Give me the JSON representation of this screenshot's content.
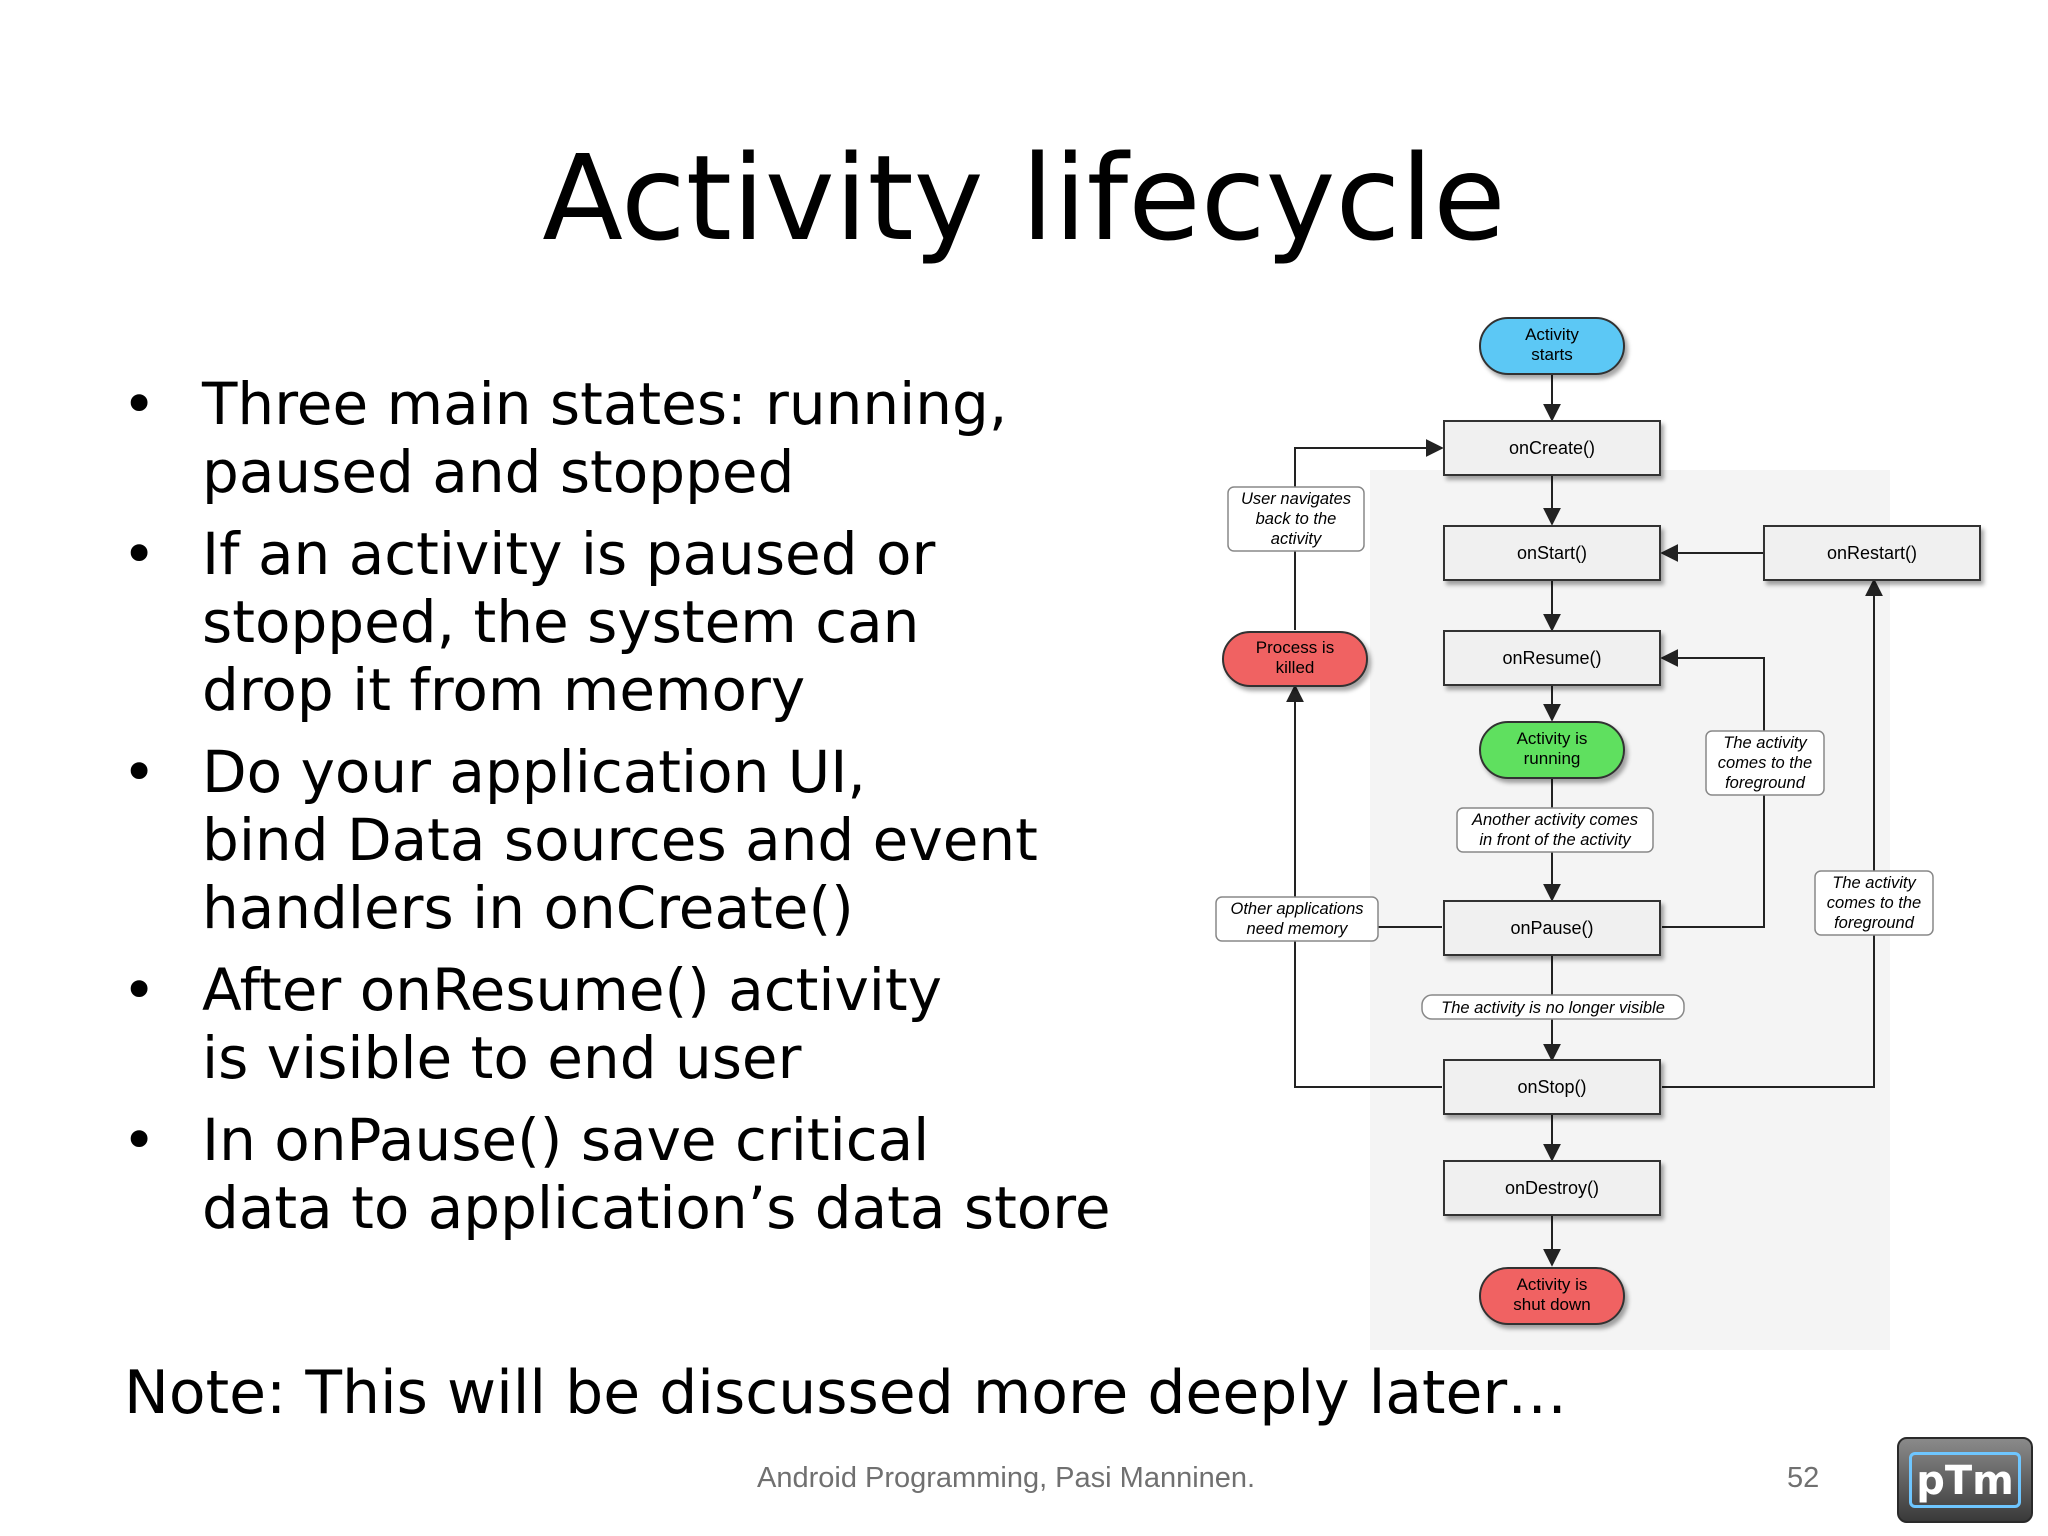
{
  "slide": {
    "title": "Activity lifecycle",
    "bullets": [
      "Three main states: running,\npaused and stopped",
      "If an activity is paused or\nstopped, the system can\ndrop it from memory",
      "Do your application UI,\nbind Data sources and event\nhandlers in onCreate()",
      "After onResume() activity\nis visible to end user",
      "In onPause() save critical\ndata to application’s data store"
    ],
    "bullet_glyph": "•",
    "note": "Note: This will be discussed more deeply later…",
    "footer": "Android Programming, Pasi Manninen.",
    "page_number": "52",
    "logo_text": "pTm"
  },
  "diagram": {
    "nodes": {
      "activity_starts": [
        "Activity",
        "starts"
      ],
      "on_create": "onCreate()",
      "on_start": "onStart()",
      "on_restart": "onRestart()",
      "on_resume": "onResume()",
      "activity_running": [
        "Activity is",
        "running"
      ],
      "on_pause": "onPause()",
      "on_stop": "onStop()",
      "on_destroy": "onDestroy()",
      "activity_shut_down": [
        "Activity is",
        "shut down"
      ],
      "process_killed": [
        "Process is",
        "killed"
      ]
    },
    "labels": {
      "user_navigates_back": [
        "User navigates",
        "back to the",
        "activity"
      ],
      "foreground_resume": [
        "The activity",
        "comes to the",
        "foreground"
      ],
      "foreground_restart": [
        "The activity",
        "comes to the",
        "foreground"
      ],
      "another_activity": [
        "Another activity comes",
        "in front of the activity"
      ],
      "other_apps_memory": [
        "Other applications",
        "need memory"
      ],
      "no_longer_visible": "The activity is no longer visible"
    },
    "colors": {
      "start_node": "#5bc8f5",
      "running_node": "#5ee05e",
      "end_node": "#f06262",
      "method_box": "#f0f0f0",
      "connector": "#222222"
    }
  }
}
